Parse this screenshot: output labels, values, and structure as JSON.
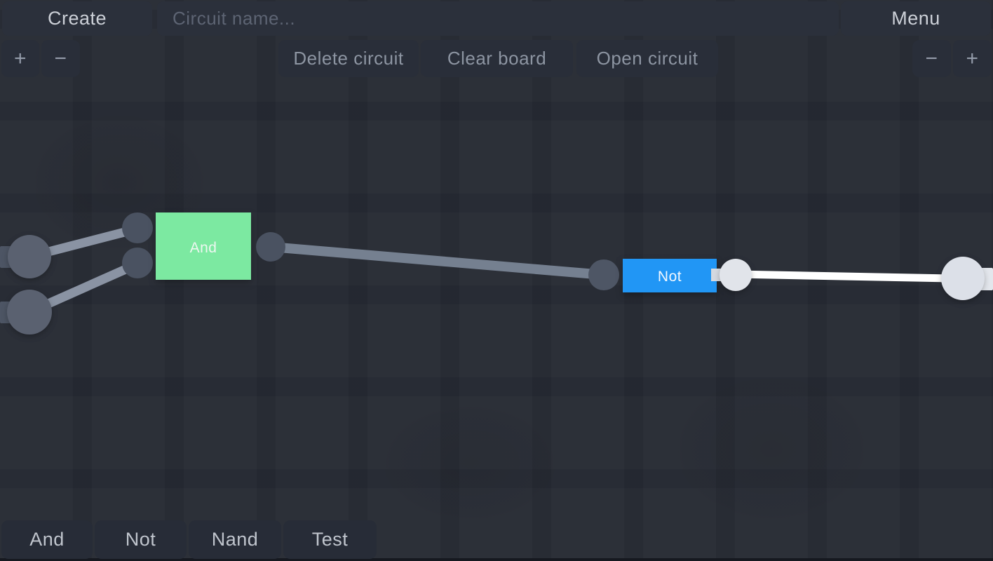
{
  "toolbar_top": {
    "create_label": "Create",
    "circuit_name_placeholder": "Circuit name...",
    "circuit_name_value": "",
    "menu_label": "Menu"
  },
  "toolbar_actions": {
    "zoom_in_label": "+",
    "zoom_out_label": "−",
    "delete_circuit_label": "Delete circuit",
    "clear_board_label": "Clear board",
    "open_circuit_label": "Open circuit"
  },
  "palette": {
    "items": [
      {
        "label": "And"
      },
      {
        "label": "Not"
      },
      {
        "label": "Nand"
      },
      {
        "label": "Test"
      }
    ]
  },
  "circuit": {
    "gates": [
      {
        "type": "and",
        "label": "And",
        "color": "#7ce9a1",
        "output_state": "off"
      },
      {
        "type": "not",
        "label": "Not",
        "color": "#2196f5",
        "output_state": "on"
      }
    ],
    "input_nodes": [
      {
        "name": "input-1",
        "state": "off"
      },
      {
        "name": "input-2",
        "state": "off"
      }
    ],
    "output_nodes": [
      {
        "name": "output-1",
        "state": "on"
      }
    ]
  },
  "colors": {
    "background": "#262a33",
    "toolbar_button_bg": "#2b303b",
    "action_button_bg": "#292e39",
    "palette_button_bg": "#272c37",
    "primary_text": "#ccd0d7",
    "secondary_text": "#8d95a2",
    "placeholder_text": "#5d6473",
    "and_gate": "#7ce9a1",
    "not_gate": "#2196f5",
    "wire_off": "#8a93a3",
    "wire_on": "#ffffff",
    "node_off": "#5a6170",
    "node_on": "#dce0e8",
    "pin_off": "#4a5261"
  }
}
